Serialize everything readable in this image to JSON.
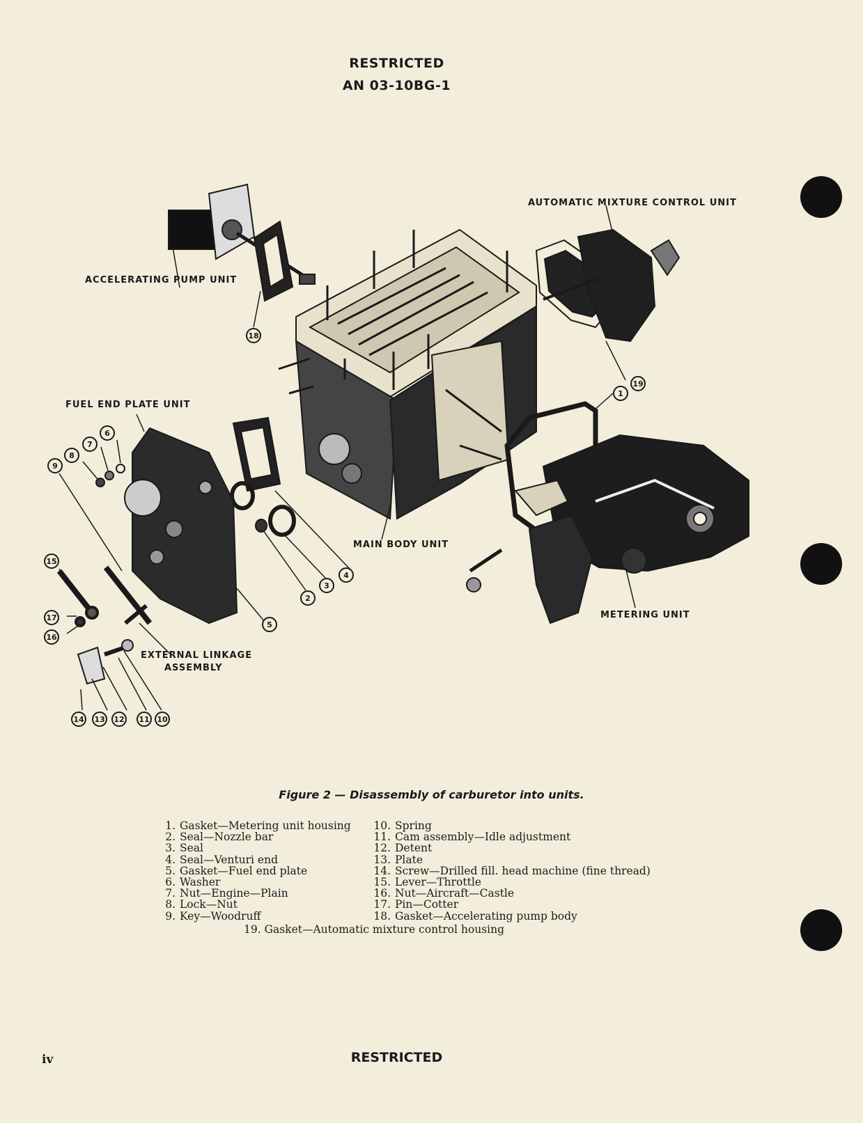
{
  "header": {
    "classification": "RESTRICTED",
    "doc_number": "AN 03-10BG-1"
  },
  "labels": {
    "automatic_mixture": "AUTOMATIC MIXTURE CONTROL UNIT",
    "accelerating_pump": "ACCELERATING PUMP UNIT",
    "fuel_end_plate": "FUEL END PLATE UNIT",
    "main_body": "MAIN BODY UNIT",
    "metering_unit": "METERING UNIT",
    "external_linkage_1": "EXTERNAL LINKAGE",
    "external_linkage_2": "ASSEMBLY"
  },
  "callouts": [
    "1",
    "2",
    "3",
    "4",
    "5",
    "6",
    "7",
    "8",
    "9",
    "10",
    "11",
    "12",
    "13",
    "14",
    "15",
    "16",
    "17",
    "18",
    "19"
  ],
  "caption": "Figure 2 — Disassembly of carburetor into units.",
  "legend": {
    "left": [
      {
        "num": "1.",
        "text": "Gasket—Metering unit housing"
      },
      {
        "num": "2.",
        "text": "Seal—Nozzle bar"
      },
      {
        "num": "3.",
        "text": "Seal"
      },
      {
        "num": "4.",
        "text": "Seal—Venturi end"
      },
      {
        "num": "5.",
        "text": "Gasket—Fuel end plate"
      },
      {
        "num": "6.",
        "text": "Washer"
      },
      {
        "num": "7.",
        "text": "Nut—Engine—Plain"
      },
      {
        "num": "8.",
        "text": "Lock—Nut"
      },
      {
        "num": "9.",
        "text": "Key—Woodruff"
      }
    ],
    "right": [
      {
        "num": "10.",
        "text": "Spring"
      },
      {
        "num": "11.",
        "text": "Cam assembly—Idle adjustment"
      },
      {
        "num": "12.",
        "text": "Detent"
      },
      {
        "num": "13.",
        "text": "Plate"
      },
      {
        "num": "14.",
        "text": "Screw—Drilled fill. head machine (fine thread)"
      },
      {
        "num": "15.",
        "text": "Lever—Throttle"
      },
      {
        "num": "16.",
        "text": "Nut—Aircraft—Castle"
      },
      {
        "num": "17.",
        "text": "Pin—Cotter"
      },
      {
        "num": "18.",
        "text": "Gasket—Accelerating pump body"
      }
    ],
    "last": {
      "num": "19.",
      "text": "Gasket—Automatic mixture control housing"
    }
  },
  "footer": {
    "classification": "RESTRICTED",
    "page_number": "iv"
  }
}
